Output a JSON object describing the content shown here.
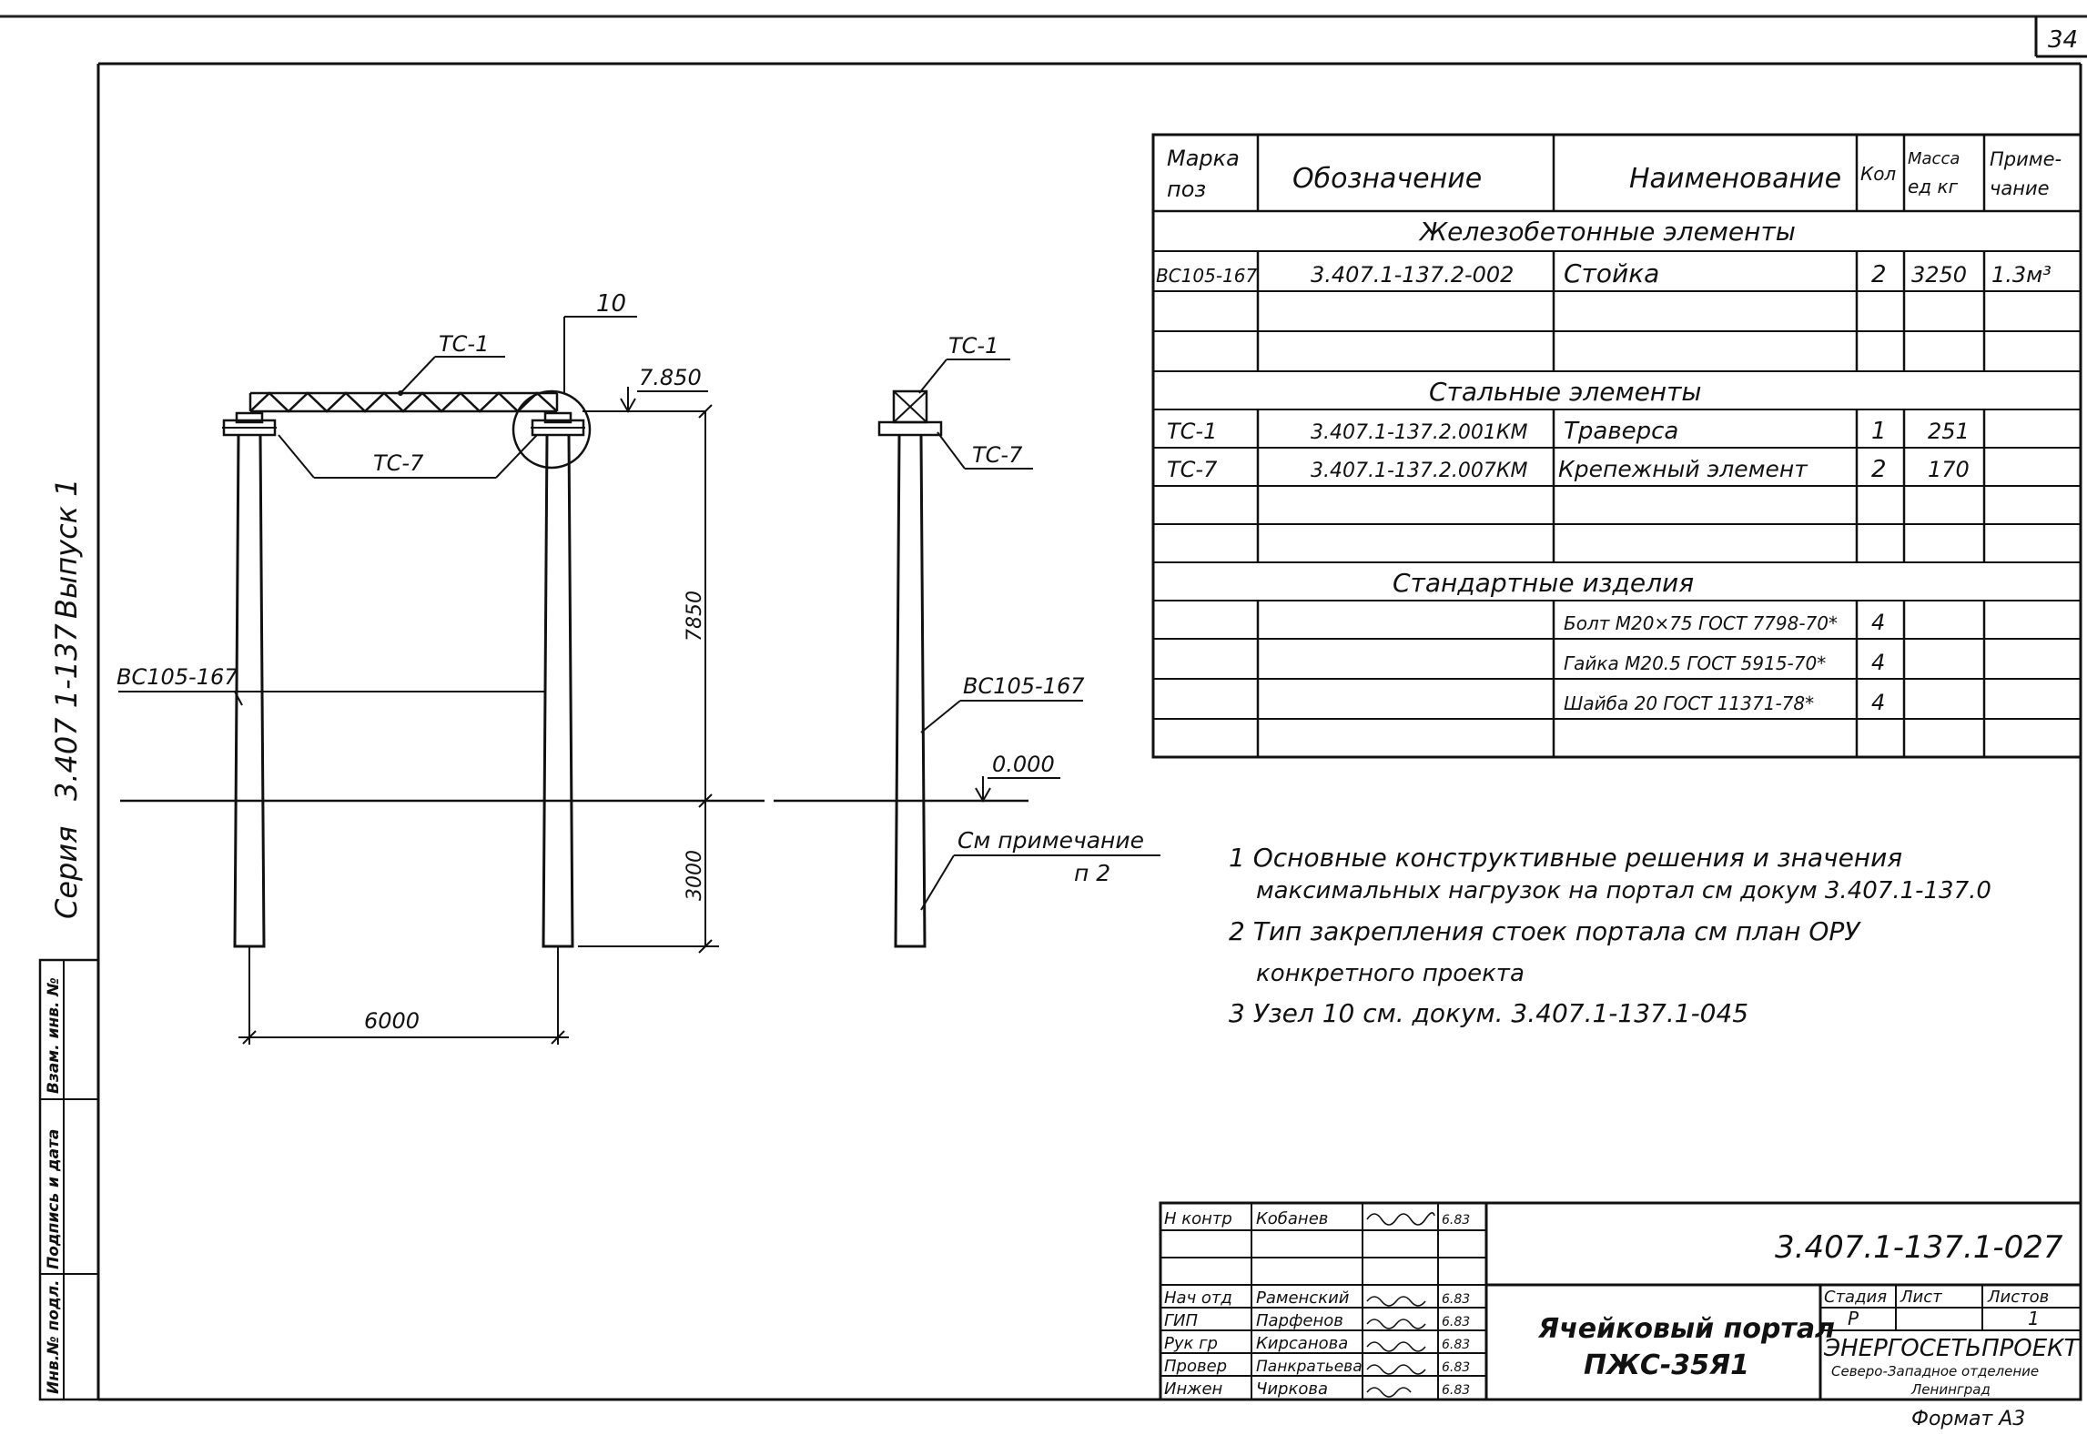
{
  "sheet_number": "34",
  "side_label": {
    "series": "Серия",
    "code": "3.407 1-137",
    "issue": "Выпуск 1"
  },
  "left_stamp": {
    "inv_podl": "Инв.№ подл.",
    "podpis_data": "Подпись и дата",
    "vzam_inv": "Взам. инв. №"
  },
  "drawing": {
    "node_marker": "10",
    "tc1_front": "ТС-1",
    "tc7_front": "ТС-7",
    "column_front": "ВС105-167",
    "top_level": "7.850",
    "dim_height": "7850",
    "dim_depth": "3000",
    "dim_span": "6000",
    "tc1_side": "ТС-1",
    "tc7_side": "ТС-7",
    "column_side": "ВС105-167",
    "ground_level": "0.000",
    "note_ref_line1": "См примечание",
    "note_ref_line2": "п 2"
  },
  "spec_table": {
    "headers": {
      "marka": [
        "Марка",
        "поз"
      ],
      "oboznachenie": "Обозначение",
      "naimenovanie": "Наименование",
      "kol": "Кол",
      "massa": [
        "Масса",
        "ед кг"
      ],
      "primechanie": [
        "Приме-",
        "чание"
      ]
    },
    "sections": {
      "zhb": "Железобетонные элементы",
      "steel": "Стальные элементы",
      "standard": "Стандартные изделия"
    },
    "zhb_rows": [
      {
        "marka": "ВС105-167",
        "oboz": "3.407.1-137.2-002",
        "name": "Стойка",
        "kol": "2",
        "massa": "3250",
        "prim": "1.3м³"
      }
    ],
    "steel_rows": [
      {
        "marka": "ТС-1",
        "oboz": "3.407.1-137.2.001КМ",
        "name": "Траверса",
        "kol": "1",
        "massa": "251",
        "prim": ""
      },
      {
        "marka": "ТС-7",
        "oboz": "3.407.1-137.2.007КМ",
        "name": "Крепежный элемент",
        "kol": "2",
        "massa": "170",
        "prim": ""
      }
    ],
    "standard_rows": [
      {
        "marka": "",
        "oboz": "",
        "name": "Болт М20×75 ГОСТ 7798-70*",
        "kol": "4",
        "massa": "",
        "prim": ""
      },
      {
        "marka": "",
        "oboz": "",
        "name": "Гайка М20.5 ГОСТ 5915-70*",
        "kol": "4",
        "massa": "",
        "prim": ""
      },
      {
        "marka": "",
        "oboz": "",
        "name": "Шайба 20 ГОСТ 11371-78*",
        "kol": "4",
        "massa": "",
        "prim": ""
      }
    ]
  },
  "notes": [
    "1  Основные конструктивные решения и значения",
    "максимальных нагрузок на портал см докум 3.407.1-137.0",
    "2  Тип закрепления стоек портала см план ОРУ",
    "конкретного проекта",
    "3  Узел 10 см. докум. 3.407.1-137.1-045"
  ],
  "title_block": {
    "document_code": "3.407.1-137.1-027",
    "title_line1": "Ячейковый портал",
    "title_line2": "ПЖС-35Я1",
    "roles": [
      {
        "role": "Н контр",
        "name": "Кобанев",
        "date": "6.83"
      },
      {
        "role": "",
        "name": "",
        "date": ""
      },
      {
        "role": "Нач отд",
        "name": "Раменский",
        "date": "6.83"
      },
      {
        "role": "ГИП",
        "name": "Парфенов",
        "date": "6.83"
      },
      {
        "role": "Рук гр",
        "name": "Кирсанова",
        "date": "6.83"
      },
      {
        "role": "Провер",
        "name": "Панкратьева",
        "date": "6.83"
      },
      {
        "role": "Инжен",
        "name": "Чиркова",
        "date": "6.83"
      }
    ],
    "stadia_label": "Стадия",
    "list_label": "Лист",
    "listov_label": "Листов",
    "stadia": "Р",
    "listov": "1",
    "org_name": "ЭНЕРГОСЕТЬПРОЕКТ",
    "org_branch": "Северо-Западное отделение",
    "org_city": "Ленинград"
  },
  "format_label": "Формат А3"
}
